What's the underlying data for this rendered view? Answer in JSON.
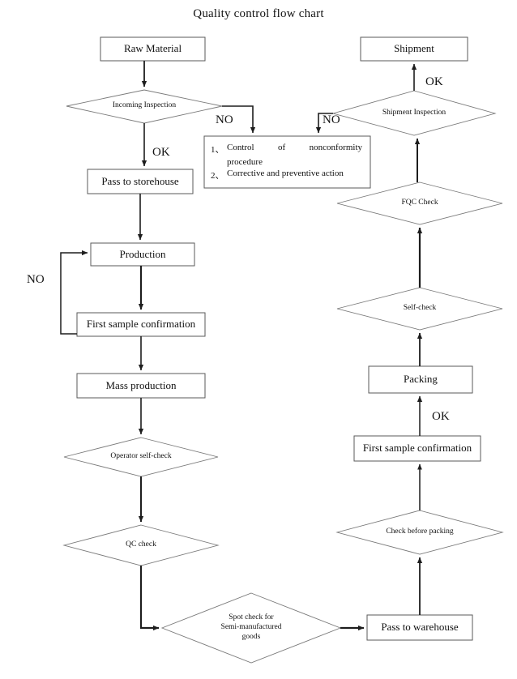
{
  "title": "Quality control flow chart",
  "colors": {
    "stroke": "#333333",
    "node_stroke": "#555555",
    "text": "#111111",
    "background": "#ffffff"
  },
  "nodes": {
    "raw_material": {
      "label": "Raw Material",
      "shape": "box"
    },
    "incoming_inspection": {
      "label": "Incoming Inspection",
      "shape": "diamond"
    },
    "pass_to_storehouse": {
      "label": "Pass to storehouse",
      "shape": "box"
    },
    "production": {
      "label": "Production",
      "shape": "box"
    },
    "first_sample_confirmation_left": {
      "label": "First sample confirmation",
      "shape": "box"
    },
    "mass_production": {
      "label": "Mass production",
      "shape": "box"
    },
    "operator_self_check": {
      "label": "Operator self-check",
      "shape": "diamond"
    },
    "qc_check": {
      "label": "QC check",
      "shape": "diamond"
    },
    "spot_check": {
      "shape": "diamond",
      "lines": [
        "Spot check for",
        "Semi-manufactured",
        "goods"
      ]
    },
    "pass_to_warehouse": {
      "label": "Pass to warehouse",
      "shape": "box"
    },
    "check_before_packing": {
      "label": "Check before packing",
      "shape": "diamond"
    },
    "first_sample_confirmation_right": {
      "label": "First sample confirmation",
      "shape": "box"
    },
    "packing": {
      "label": "Packing",
      "shape": "box"
    },
    "self_check": {
      "label": "Self-check",
      "shape": "diamond"
    },
    "fqc_check": {
      "label": "FQC Check",
      "shape": "diamond"
    },
    "shipment_inspection": {
      "label": "Shipment Inspection",
      "shape": "diamond"
    },
    "shipment": {
      "label": "Shipment",
      "shape": "box"
    }
  },
  "note": {
    "items": [
      {
        "num": "1、",
        "text": "Control of nonconformity",
        "continuation": "procedure"
      },
      {
        "num": "2、",
        "text": "Corrective and preventive action",
        "continuation": ""
      }
    ]
  },
  "edge_labels": {
    "incoming_no": "NO",
    "incoming_ok": "OK",
    "first_sample_no": "NO",
    "shipment_no": "NO",
    "shipment_ok": "OK",
    "packing_ok": "OK"
  },
  "chart_data": {
    "type": "diagram",
    "title": "Quality control flow chart",
    "flow": [
      {
        "from": "Raw Material",
        "to": "Incoming Inspection",
        "label": ""
      },
      {
        "from": "Incoming Inspection",
        "to": "Control of nonconformity procedure",
        "label": "NO"
      },
      {
        "from": "Incoming Inspection",
        "to": "Pass to storehouse",
        "label": "OK"
      },
      {
        "from": "Pass to storehouse",
        "to": "Production",
        "label": ""
      },
      {
        "from": "Production",
        "to": "First sample confirmation",
        "label": ""
      },
      {
        "from": "First sample confirmation",
        "to": "Production",
        "label": "NO"
      },
      {
        "from": "First sample confirmation",
        "to": "Mass production",
        "label": ""
      },
      {
        "from": "Mass production",
        "to": "Operator self-check",
        "label": ""
      },
      {
        "from": "Operator self-check",
        "to": "QC check",
        "label": ""
      },
      {
        "from": "QC check",
        "to": "Spot check for Semi-manufactured goods",
        "label": ""
      },
      {
        "from": "Spot check for Semi-manufactured goods",
        "to": "Pass to warehouse",
        "label": ""
      },
      {
        "from": "Pass to warehouse",
        "to": "Check before packing",
        "label": ""
      },
      {
        "from": "Check before packing",
        "to": "First sample confirmation",
        "label": ""
      },
      {
        "from": "First sample confirmation",
        "to": "Packing",
        "label": "OK"
      },
      {
        "from": "Packing",
        "to": "Self-check",
        "label": ""
      },
      {
        "from": "Self-check",
        "to": "FQC Check",
        "label": ""
      },
      {
        "from": "FQC Check",
        "to": "Shipment Inspection",
        "label": ""
      },
      {
        "from": "Shipment Inspection",
        "to": "Control of nonconformity procedure",
        "label": "NO"
      },
      {
        "from": "Shipment Inspection",
        "to": "Shipment",
        "label": "OK"
      }
    ]
  }
}
